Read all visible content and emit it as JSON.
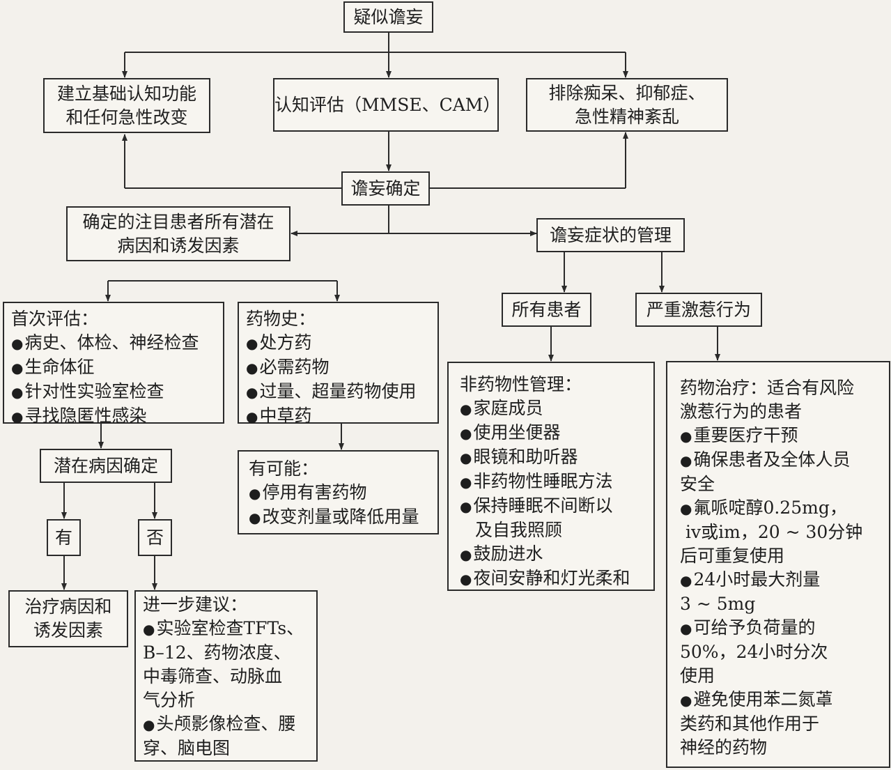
{
  "nodes": {
    "suspect": "疑似谵妄",
    "baseline": [
      "建立基础认知功能",
      "和任何急性改变"
    ],
    "assess": "认知评估（MMSE、CAM）",
    "exclude": [
      "排除痴呆、抑郁症、",
      "急性精神紊乱"
    ],
    "confirmed": "谵妄确定",
    "causes": [
      "确定的注目患者所有潜在",
      "病因和诱发因素"
    ],
    "management": "谵妄症状的管理",
    "all_patients": "所有患者",
    "severe": "严重激惹行为",
    "cause_confirmed": "潜在病因确定",
    "yes": "有",
    "no": "否",
    "treat": [
      "治疗病因和",
      "诱发因素"
    ]
  },
  "initial_eval": {
    "title": "首次评估：",
    "items": [
      "病史、体检、神经检查",
      "生命体征",
      "针对性实验室检查",
      "寻找隐匿性感染"
    ]
  },
  "drug_history": {
    "title": "药物史：",
    "items": [
      "处方药",
      "必需药物",
      "过量、超量药物使用",
      "中草药"
    ]
  },
  "possible": {
    "title": "有可能：",
    "items": [
      "停用有害药物",
      "改变剂量或降低用量"
    ]
  },
  "further": {
    "title": "进一步建议：",
    "lines": [
      {
        "text": "实验室检查TFTs、",
        "bullet": true
      },
      {
        "text": "B–12、药物浓度、",
        "bullet": false
      },
      {
        "text": "中毒筛查、动脉血",
        "bullet": false
      },
      {
        "text": "气分析",
        "bullet": false
      },
      {
        "text": "头颅影像检查、腰",
        "bullet": true
      },
      {
        "text": "穿、脑电图",
        "bullet": false
      }
    ]
  },
  "nonpharm": {
    "title": "非药物性管理：",
    "lines": [
      {
        "text": "家庭成员",
        "bullet": true
      },
      {
        "text": "使用坐便器",
        "bullet": true
      },
      {
        "text": "眼镜和助听器",
        "bullet": true
      },
      {
        "text": "非药物性睡眠方法",
        "bullet": true
      },
      {
        "text": "保持睡眠不间断以",
        "bullet": true
      },
      {
        "text": "及自我照顾",
        "bullet": false
      },
      {
        "text": "鼓励进水",
        "bullet": true
      },
      {
        "text": "夜间安静和灯光柔和",
        "bullet": true
      }
    ]
  },
  "drug_therapy": {
    "lines": [
      {
        "text": "药物治疗：适合有风险",
        "bullet": false
      },
      {
        "text": "激惹行为的患者",
        "bullet": false
      },
      {
        "text": "重要医疗干预",
        "bullet": true
      },
      {
        "text": "确保患者及全体人员",
        "bullet": true
      },
      {
        "text": "安全",
        "bullet": false
      },
      {
        "text": "氟哌啶醇0.25mg，",
        "bullet": true
      },
      {
        "text": "iv或im，20 ~ 30分钟",
        "bullet": false
      },
      {
        "text": "后可重复使用",
        "bullet": false
      },
      {
        "text": "24小时最大剂量",
        "bullet": true
      },
      {
        "text": "3 ~ 5mg",
        "bullet": false
      },
      {
        "text": "可给予负荷量的",
        "bullet": true
      },
      {
        "text": "50%，24小时分次",
        "bullet": false
      },
      {
        "text": "使用",
        "bullet": false
      },
      {
        "text": "避免使用苯二氮䓬",
        "bullet": true
      },
      {
        "text": "类药和其他作用于",
        "bullet": false
      },
      {
        "text": "神经的药物",
        "bullet": false
      }
    ]
  }
}
